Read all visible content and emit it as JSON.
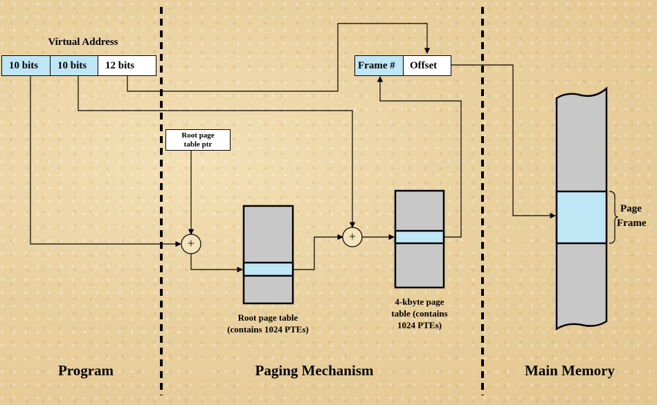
{
  "virtual_address": {
    "label": "Virtual Address",
    "fields": [
      "10 bits",
      "10 bits",
      "12 bits"
    ]
  },
  "physical_address": {
    "frame_label": "Frame #",
    "offset_label": "Offset"
  },
  "root_page_table_ptr": {
    "line1": "Root page",
    "line2": "table ptr"
  },
  "adder_symbol": "+",
  "root_page_table": {
    "line1": "Root page table",
    "line2": "(contains 1024 PTEs)"
  },
  "page_table": {
    "line1": "4-kbyte page",
    "line2": "table (contains",
    "line3": "1024 PTEs)"
  },
  "page_frame": {
    "line1": "Page",
    "line2": "Frame"
  },
  "sections": {
    "program": "Program",
    "paging": "Paging Mechanism",
    "memory": "Main Memory"
  },
  "colors": {
    "entry_fill": "#bfe6f5",
    "table_fill": "#c8c8c8"
  }
}
